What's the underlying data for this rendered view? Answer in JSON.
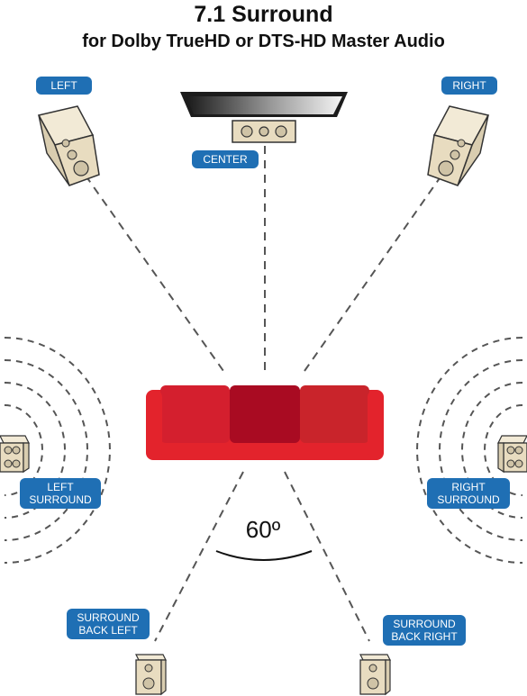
{
  "header": {
    "title": "7.1 Surround",
    "subtitle": "for Dolby TrueHD or DTS-HD Master Audio"
  },
  "labels": {
    "left": "LEFT",
    "right": "RIGHT",
    "center": "CENTER",
    "left_surround": "LEFT\nSURROUND",
    "right_surround": "RIGHT\nSURROUND",
    "surround_back_left": "SURROUND\nBACK LEFT",
    "surround_back_right": "SURROUND\nBACK RIGHT"
  },
  "angle": "60º",
  "colors": {
    "label_bg": "#1f6fb4",
    "sofa": "#e3232c",
    "cushion_left": "#d41f2e",
    "cushion_center": "#a90b22",
    "cushion_right": "#c9242b",
    "speaker": "#e8dcc0",
    "dash": "#555555"
  },
  "icons": [
    "tv-icon",
    "sofa-icon",
    "speaker-icon"
  ]
}
